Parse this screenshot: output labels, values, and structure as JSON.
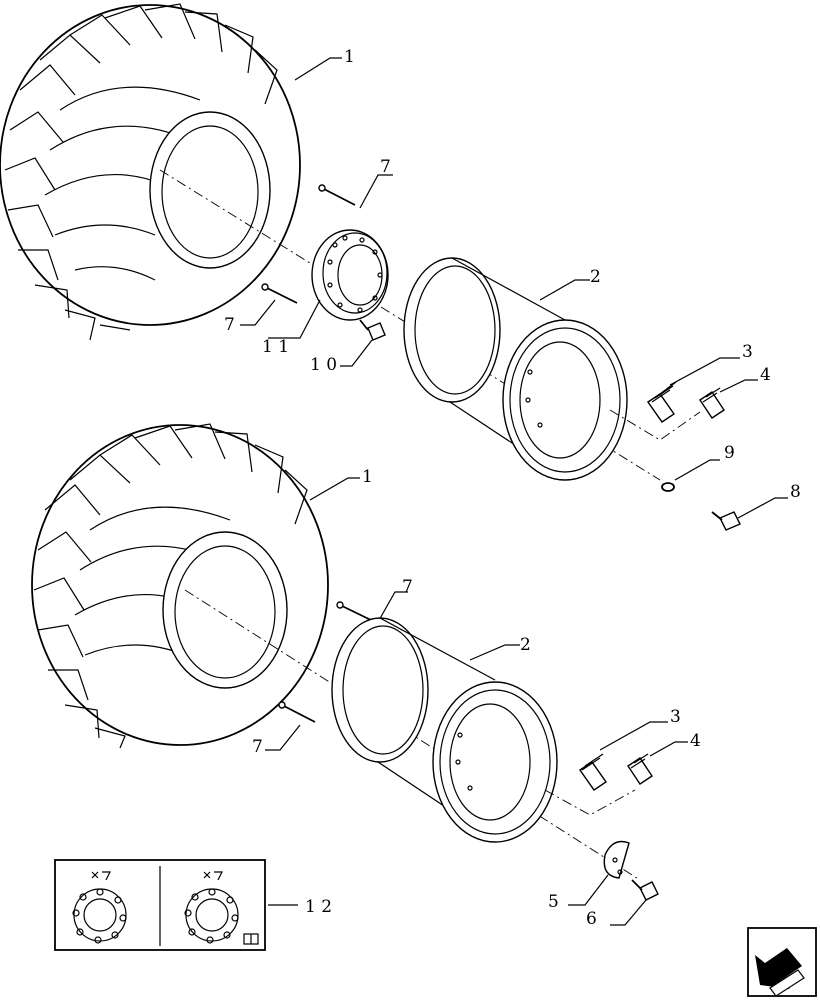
{
  "callouts": {
    "tire_upper": "1",
    "rim_upper": "2",
    "valve_upper": "3",
    "cap_upper": "4",
    "bolt_upper": "8",
    "washer_upper": "9",
    "pin_upper_a": "7",
    "pin_upper_b": "7",
    "hub_ring": "1 1",
    "hub_bolt": "1 0",
    "tire_lower": "1",
    "rim_lower": "2",
    "valve_lower": "3",
    "cap_lower": "4",
    "clamp_lower": "5",
    "bolt_lower": "6",
    "pin_lower_a": "7",
    "pin_lower_b": "7",
    "inset_panel": "1 2"
  },
  "icons": {
    "nav": "arrow-back-icon",
    "book": "book-icon"
  }
}
